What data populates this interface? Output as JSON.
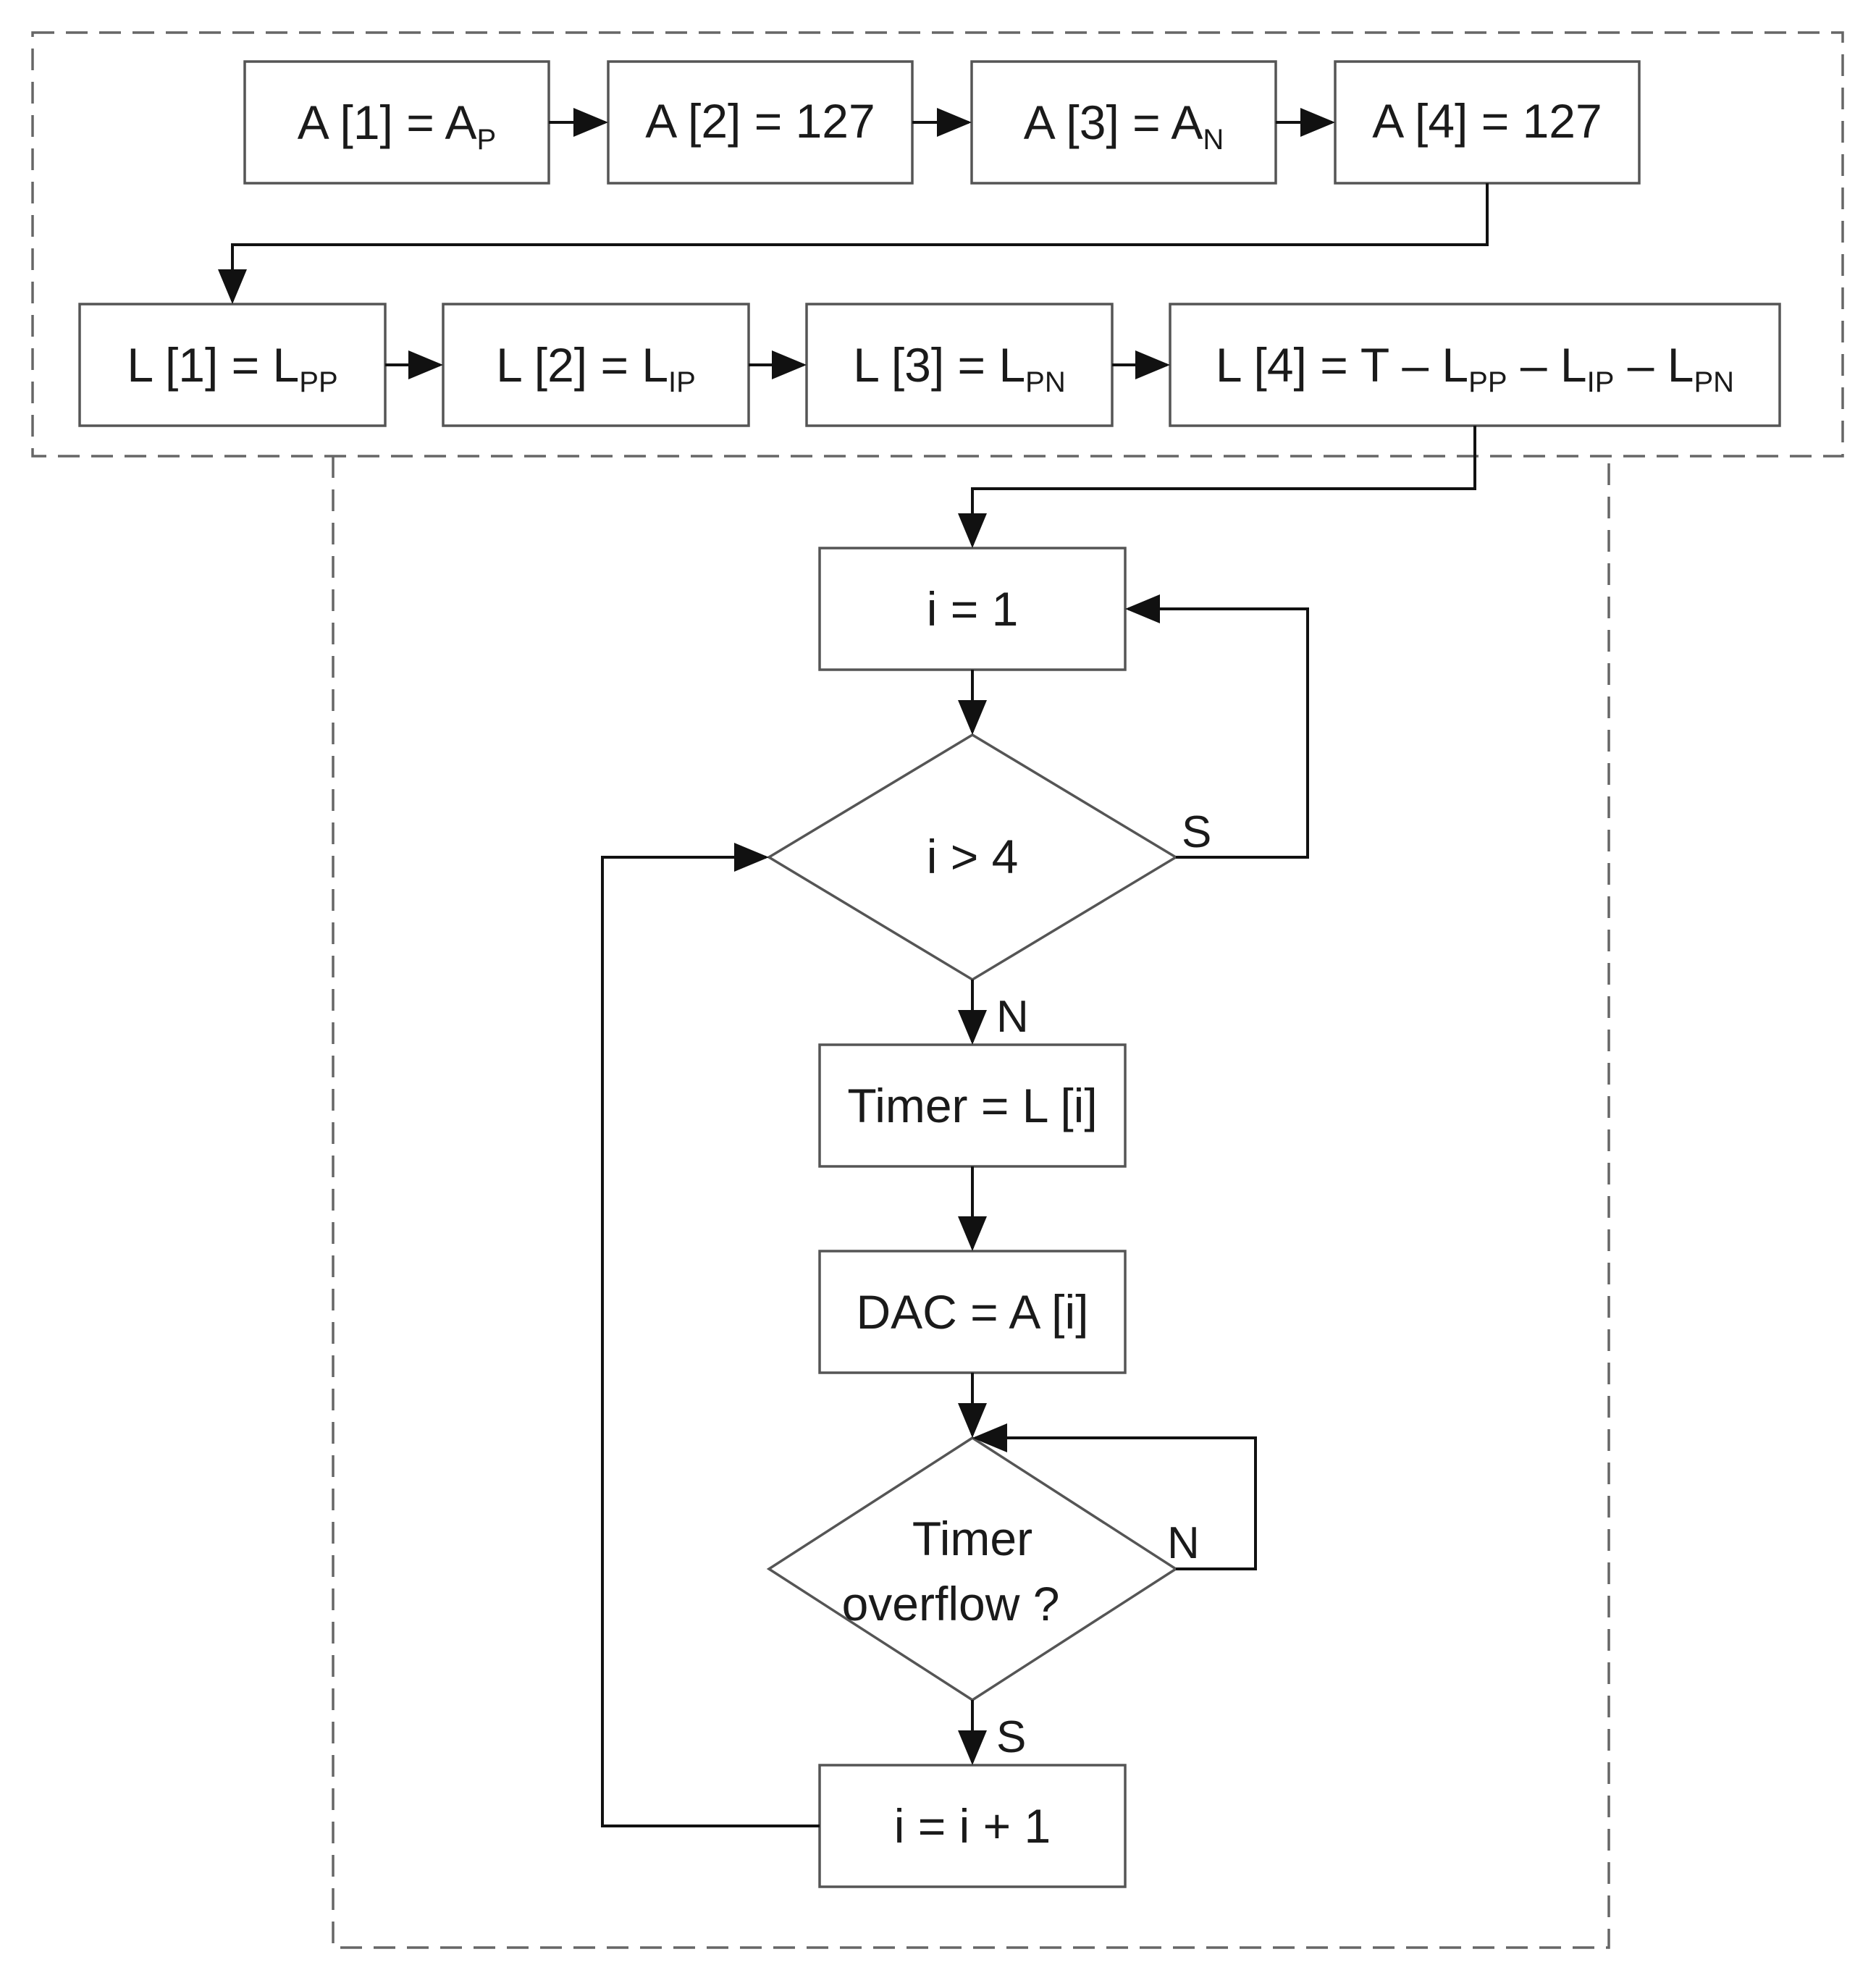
{
  "nodes": {
    "a1": {
      "main": "A [1] = A",
      "sub": "P"
    },
    "a2": {
      "text": "A [2] = 127"
    },
    "a3": {
      "main": "A [3] = A",
      "sub": "N"
    },
    "a4": {
      "text": "A [4] = 127"
    },
    "l1": {
      "main": "L [1] = L",
      "sub": "PP"
    },
    "l2": {
      "main": "L [2] = L",
      "sub": "IP"
    },
    "l3": {
      "main": "L [3] = L",
      "sub": "PN"
    },
    "l4": {
      "t1": "L [4] = T – L",
      "s1": "PP",
      "t2": " – L",
      "s2": "IP",
      "t3": " – L",
      "s3": "PN"
    },
    "init": {
      "text": "i = 1"
    },
    "cond": {
      "text": "i > 4"
    },
    "timer": {
      "text": "Timer = L [i]"
    },
    "dac": {
      "text": "DAC = A [i]"
    },
    "overflow": {
      "line1": "Timer",
      "line2": "overflow ?"
    },
    "incr": {
      "text": "i = i + 1"
    }
  },
  "edges": {
    "cond_yes": "S",
    "cond_no": "N",
    "overflow_no": "N",
    "overflow_yes": "S"
  }
}
